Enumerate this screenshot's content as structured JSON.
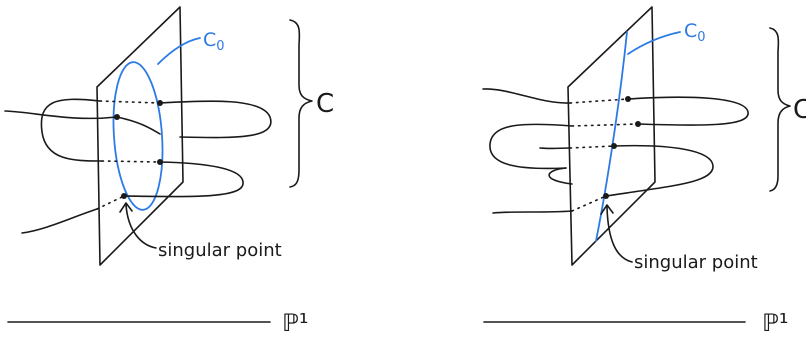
{
  "colors": {
    "ink": "#1a1a1a",
    "curve_blue": "#2c7be5",
    "background": "#ffffff"
  },
  "panels": [
    {
      "fiber_label_main": "C",
      "fiber_label_sub": "0",
      "family_label": "C",
      "singular_label": "singular point",
      "base_label": "ℙ¹"
    },
    {
      "fiber_label_main": "C",
      "fiber_label_sub": "0",
      "family_label": "C",
      "singular_label": "singular point",
      "base_label": "ℙ¹"
    }
  ]
}
